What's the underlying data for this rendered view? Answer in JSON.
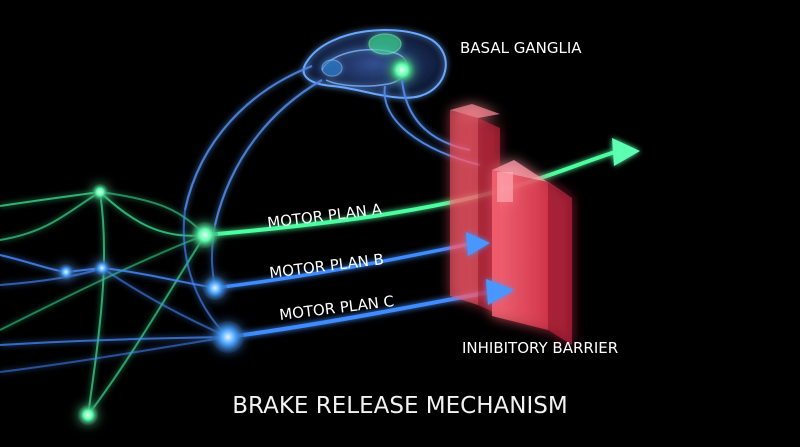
{
  "labels": {
    "basal_ganglia": "BASAL GANGLIA",
    "motor_plan_a": "MOTOR PLAN A",
    "motor_plan_b": "MOTOR PLAN B",
    "motor_plan_c": "MOTOR PLAN C",
    "inhibitory_barrier": "INHIBITORY BARRIER"
  },
  "title": "BRAKE RELEASE MECHANISM",
  "colors": {
    "background": "#000000",
    "green_pathway": "#4dffa0",
    "blue_pathway": "#3f8cff",
    "barrier": "#ff4d5e",
    "basal_ganglia": "#6aa8ff"
  },
  "icons": {
    "arrow": "arrow-right-icon",
    "node": "neuron-node-icon"
  }
}
